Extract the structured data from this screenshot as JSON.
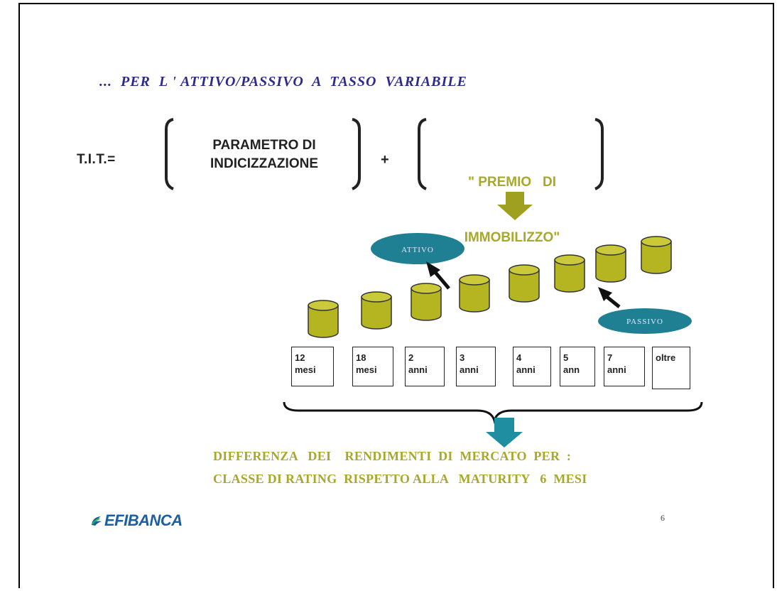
{
  "slide": {
    "title": "...  PER  L ' ATTIVO/PASSIVO  A  TASSO  VARIABILE",
    "formula_lhs": "T.I.T.=",
    "parameter_line1": "PARAMETRO DI",
    "parameter_line2": "INDICIZZAZIONE",
    "plus": "+",
    "premio_line1": "\" PREMIO   DI",
    "premio_line2": "IMMOBILIZZO\"",
    "ellipse_attivo": "ATTIVO",
    "ellipse_passivo": "PASSIVO",
    "boxes": [
      {
        "top": "12",
        "bottom": "mesi"
      },
      {
        "top": "18",
        "bottom": "mesi"
      },
      {
        "top": "2",
        "bottom": "anni"
      },
      {
        "top": "3",
        "bottom": "anni"
      },
      {
        "top": "4",
        "bottom": "anni"
      },
      {
        "top": "5",
        "bottom": "ann"
      },
      {
        "top": "7",
        "bottom": "anni"
      },
      {
        "top": "oltre",
        "bottom": ""
      }
    ],
    "bottom_line1": "DIFFERENZA   DEI    RENDIMENTI  DI  MERCATO  PER  :",
    "bottom_line2": "CLASSE DI RATING  RISPETTO ALLA   MATURITY   6  MESI",
    "logo_text": "EFIBANCA",
    "page_number": "6"
  },
  "colors": {
    "title": "#2b2b8c",
    "olive": "#a8a82a",
    "cylinder": "#b5b522",
    "arrow_olive": "#9f9f20",
    "arrow_teal": "#1f8ea0",
    "ellipse": "#1f7f93",
    "logo": "#1a5ea8"
  },
  "icons": {
    "down_arrow_olive": "down-arrow-icon",
    "down_arrow_teal": "down-arrow-icon",
    "logo_mark": "efibanca-logo-mark"
  }
}
